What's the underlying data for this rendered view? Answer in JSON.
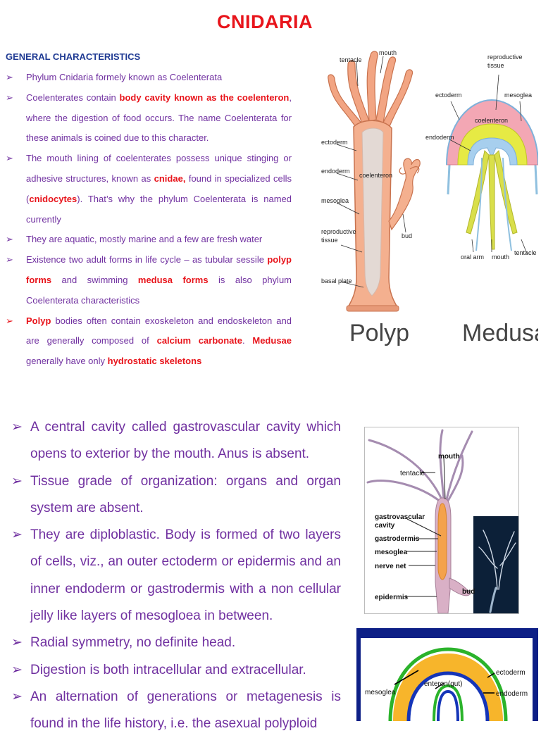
{
  "title": "CNIDARIA",
  "heading": "GENERAL CHARACTERISTICS",
  "bullets_top": [
    {
      "red_arrow": false,
      "runs": [
        {
          "t": "Phylum Cnidaria formely known as Coelenterata",
          "hl": false
        }
      ]
    },
    {
      "red_arrow": false,
      "runs": [
        {
          "t": "Coelenterates contain ",
          "hl": false
        },
        {
          "t": "body cavity known as the coelenteron",
          "hl": true
        },
        {
          "t": ", where the digestion of food occurs. The name Coelenterata for these animals is coined due to this character.",
          "hl": false
        }
      ]
    },
    {
      "red_arrow": false,
      "runs": [
        {
          "t": "The mouth lining of coelenterates possess unique stinging or adhesive structures, known as ",
          "hl": false
        },
        {
          "t": "cnidae,",
          "hl": true
        },
        {
          "t": " found in specialized cells (",
          "hl": false
        },
        {
          "t": "cnidocytes",
          "hl": true
        },
        {
          "t": "). That’s why the phylum Coelenterata is named currently",
          "hl": false
        }
      ]
    },
    {
      "red_arrow": false,
      "runs": [
        {
          "t": "They are aquatic, mostly marine and a few are fresh water",
          "hl": false
        }
      ]
    },
    {
      "red_arrow": false,
      "runs": [
        {
          "t": "Existence two adult forms in life cycle – as tubular sessile ",
          "hl": false
        },
        {
          "t": "polyp forms",
          "hl": true
        },
        {
          "t": " and swimming ",
          "hl": false
        },
        {
          "t": "medusa forms",
          "hl": true
        },
        {
          "t": " is also phylum Coelenterata characteristics",
          "hl": false
        }
      ]
    },
    {
      "red_arrow": true,
      "runs": [
        {
          "t": "Polyp",
          "hl": true
        },
        {
          "t": " bodies often contain exoskeleton and endoskeleton and are generally composed of ",
          "hl": false
        },
        {
          "t": "calcium carbonate",
          "hl": true
        },
        {
          "t": ". ",
          "hl": false
        },
        {
          "t": "Medusae",
          "hl": true
        },
        {
          "t": " generally have only ",
          "hl": false
        },
        {
          "t": "hydrostatic skeletons",
          "hl": true
        }
      ]
    }
  ],
  "bullets_bottom": [
    "A central cavity called gastrovascular cavity which opens to exterior by the mouth. Anus is absent.",
    "Tissue grade of organization: organs and organ system are absent.",
    "They are diploblastic. Body is formed of two layers of cells, viz., an outer ectoderm or epidermis and an inner endoderm or gastrodermis with a non cellular jelly like layers of mesogloea in between.",
    "Radial symmetry, no definite head.",
    "Digestion is both intracellular and extracellular.",
    "An alternation of generations or metagenesis is found in the life history, i.e. the asexual polyploid"
  ],
  "figure1": {
    "polyp_caption": "Polyp",
    "medusa_caption": "Medusa",
    "polyp_labels": {
      "tentacle": "tentacle",
      "mouth": "mouth",
      "ectoderm": "ectoderm",
      "endoderm": "endoderm",
      "coelenteron": "coelenteron",
      "mesoglea": "mesoglea",
      "reproductive_tissue": [
        "reproductive",
        "tissue"
      ],
      "basal_plate": "basal plate",
      "bud": "bud"
    },
    "medusa_labels": {
      "reproductive_tissue": [
        "reproductive",
        "tissue"
      ],
      "ectoderm": "ectoderm",
      "mesoglea": "mesoglea",
      "coelenteron": "coelenteron",
      "endoderm": "endoderm",
      "oral_arm": "oral arm",
      "mouth": "mouth",
      "tentacle": "tentacle"
    }
  },
  "figure2": {
    "labels": {
      "mouth": "mouth",
      "tentacle": "tentacle",
      "gastrovascular_cavity": [
        "gastrovascular",
        "cavity"
      ],
      "gastrodermis": "gastrodermis",
      "mesoglea": "mesoglea",
      "nerve_net": "nerve net",
      "epidermis": "epidermis",
      "bud": "bud"
    }
  },
  "figure3": {
    "labels": {
      "ectoderm": "ectoderm",
      "enteron": "enteron(gut)",
      "mesoglea": "mesoglea",
      "endoderm": "endoderm"
    }
  },
  "colors": {
    "title": "#e8141b",
    "heading": "#1f3a93",
    "body_text": "#7030a0",
    "highlight": "#e8141b"
  }
}
